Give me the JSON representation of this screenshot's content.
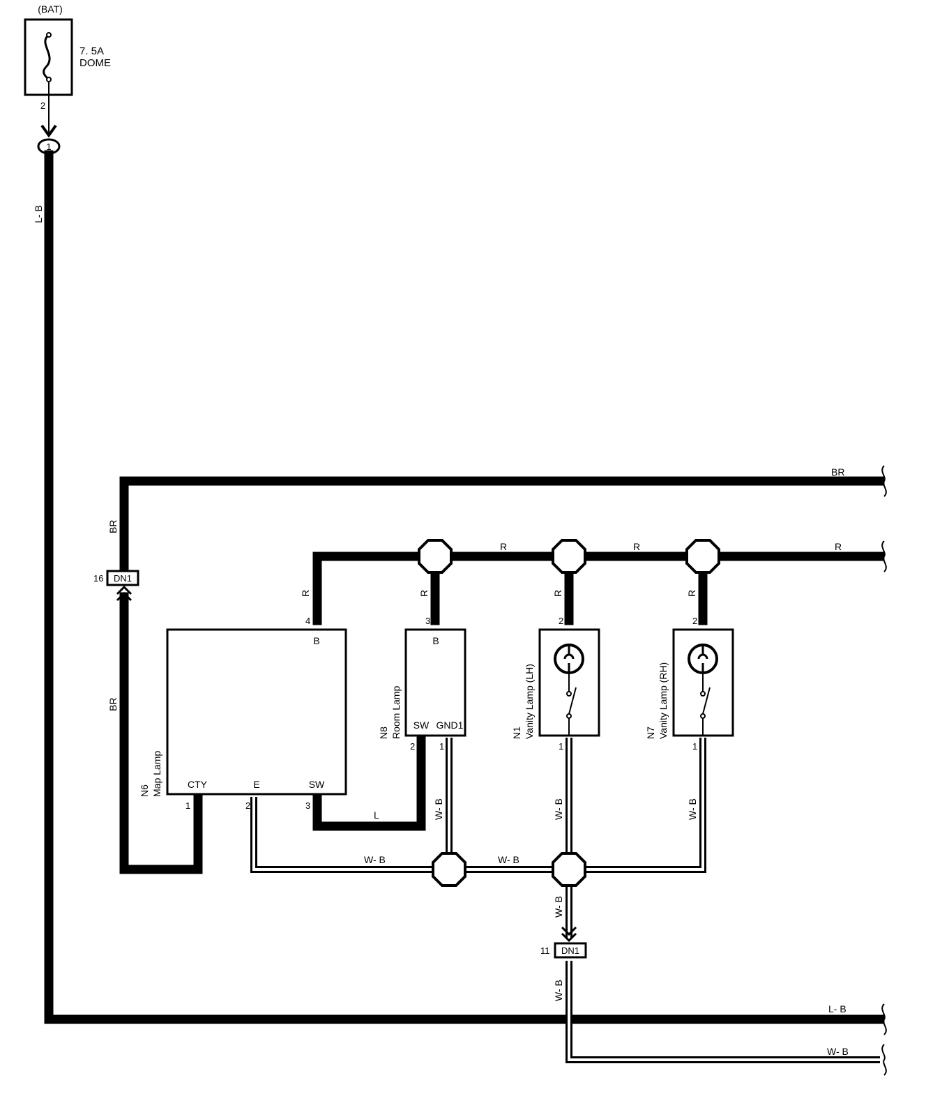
{
  "fuse": {
    "source": "(BAT)",
    "rating": "7. 5A",
    "name": "DOME",
    "pin": "2"
  },
  "junction_top": {
    "number": "1"
  },
  "connector_dn1_upper": {
    "pin": "16",
    "name": "DN1"
  },
  "connector_dn1_lower": {
    "pin": "11",
    "name": "DN1"
  },
  "wires": {
    "lb_vertical": "L- B",
    "br_top": "BR",
    "br_upper": "BR",
    "br_lower": "BR",
    "r_bus_1": "R",
    "r_bus_2": "R",
    "r_bus_3": "R",
    "r_map": "R",
    "r_room": "R",
    "r_lh": "R",
    "r_rh": "R",
    "l_wire": "L",
    "wb_room": "W- B",
    "wb_lh": "W- B",
    "wb_rh": "W- B",
    "wb_bus_1": "W- B",
    "wb_bus_2": "W- B",
    "wb_down_1": "W- B",
    "wb_down_2": "W- B",
    "lb_out": "L- B",
    "wb_out": "W- B"
  },
  "components": {
    "map_lamp": {
      "id": "N6",
      "name": "Map Lamp",
      "terminals": {
        "b": "B",
        "cty": "CTY",
        "e": "E",
        "sw": "SW"
      },
      "pins": {
        "b": "4",
        "cty": "1",
        "e": "2",
        "sw": "3"
      }
    },
    "room_lamp": {
      "id": "N8",
      "name": "Room Lamp",
      "terminals": {
        "b": "B",
        "sw": "SW",
        "gnd": "GND1"
      },
      "pins": {
        "b": "3",
        "sw": "2",
        "gnd": "1"
      }
    },
    "vanity_lh": {
      "id": "N1",
      "name": "Vanity Lamp (LH)",
      "pins": {
        "top": "2",
        "bottom": "1"
      }
    },
    "vanity_rh": {
      "id": "N7",
      "name": "Vanity Lamp (RH)",
      "pins": {
        "top": "2",
        "bottom": "1"
      }
    }
  }
}
